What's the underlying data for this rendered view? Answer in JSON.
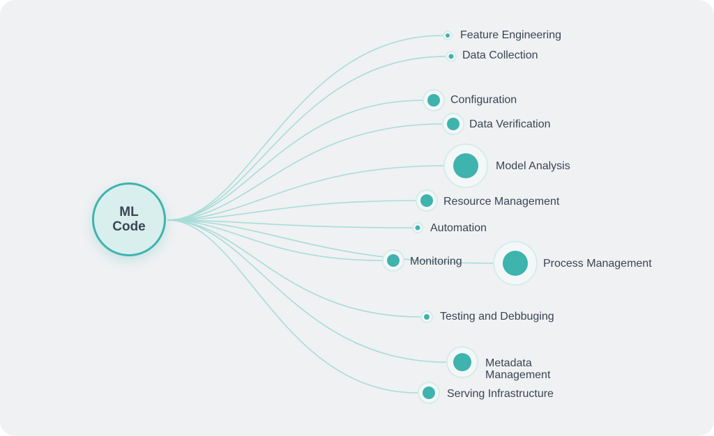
{
  "center": {
    "lines": [
      "ML",
      "Code"
    ]
  },
  "nodes": [
    {
      "label": "Feature Engineering"
    },
    {
      "label": "Data Collection"
    },
    {
      "label": "Configuration"
    },
    {
      "label": "Data Verification"
    },
    {
      "label": "Model Analysis"
    },
    {
      "label": "Resource Management"
    },
    {
      "label": "Automation"
    },
    {
      "label": "Monitoring"
    },
    {
      "label": "Process Management"
    },
    {
      "label": "Testing and Debbuging"
    },
    {
      "label": "Metadata Management"
    },
    {
      "label": "Serving Infrastructure"
    }
  ],
  "colors": {
    "background": "#eff1f3",
    "accent": "#3fb3ad",
    "center_fill": "#d8efee",
    "link": "#a8dcd8",
    "text": "#3a4453"
  }
}
